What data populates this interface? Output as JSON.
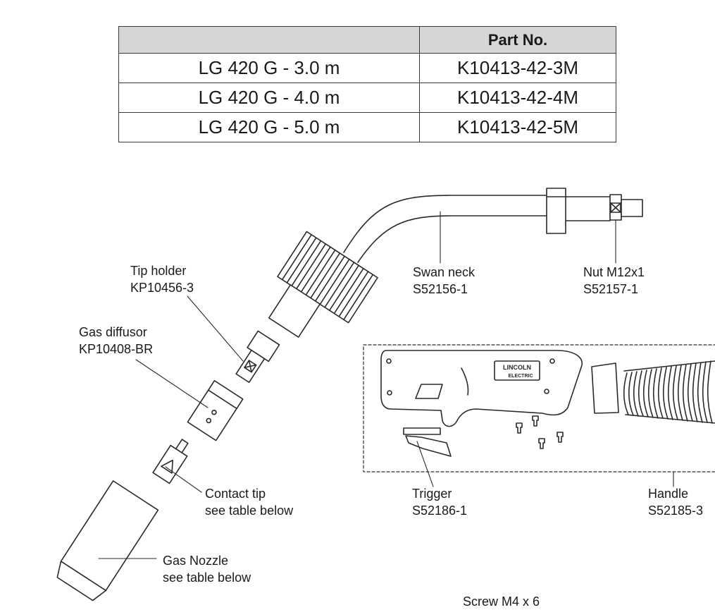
{
  "table": {
    "headers": [
      "",
      "Part No."
    ],
    "rows": [
      [
        "LG 420 G - 3.0 m",
        "K10413-42-3M"
      ],
      [
        "LG 420 G - 4.0 m",
        "K10413-42-4M"
      ],
      [
        "LG 420 G - 5.0 m",
        "K10413-42-5M"
      ]
    ]
  },
  "parts": {
    "tip_holder": {
      "name": "Tip holder",
      "code": "KP10456-3"
    },
    "gas_diffusor": {
      "name": "Gas diffusor",
      "code": "KP10408-BR"
    },
    "contact_tip": {
      "name": "Contact tip",
      "code": "see table below"
    },
    "gas_nozzle": {
      "name": "Gas Nozzle",
      "code": "see table below"
    },
    "swan_neck": {
      "name": "Swan neck",
      "code": "S52156-1"
    },
    "nut": {
      "name": "Nut M12x1",
      "code": "S52157-1"
    },
    "trigger": {
      "name": "Trigger",
      "code": "S52186-1"
    },
    "handle": {
      "name": "Handle",
      "code": "S52185-3"
    },
    "screw": {
      "name": "Screw M4 x 6"
    }
  },
  "logo": {
    "line1": "LINCOLN",
    "line2": "ELECTRIC"
  }
}
